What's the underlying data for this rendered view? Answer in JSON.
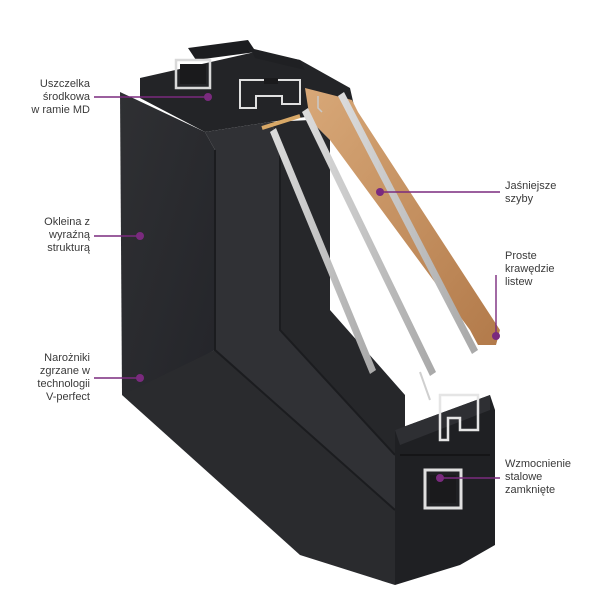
{
  "accent_color": "#7a2a7e",
  "frame_color": "#2b2c2e",
  "annotations": {
    "uszczelka": {
      "lines": [
        "Uszczelka",
        "środkowa",
        "w ramie MD"
      ]
    },
    "okleina": {
      "lines": [
        "Okleina z",
        "wyraźną",
        "strukturą"
      ]
    },
    "narozniki": {
      "lines": [
        "Narożniki",
        "zgrzane w",
        "technologii",
        "V-perfect"
      ]
    },
    "jasniejsze": {
      "lines": [
        "Jaśniejsze",
        "szyby"
      ]
    },
    "proste": {
      "lines": [
        "Proste",
        "krawędzie",
        "listew"
      ]
    },
    "wzmocnienie": {
      "lines": [
        "Wzmocnienie",
        "stalowe",
        "zamknięte"
      ]
    }
  }
}
